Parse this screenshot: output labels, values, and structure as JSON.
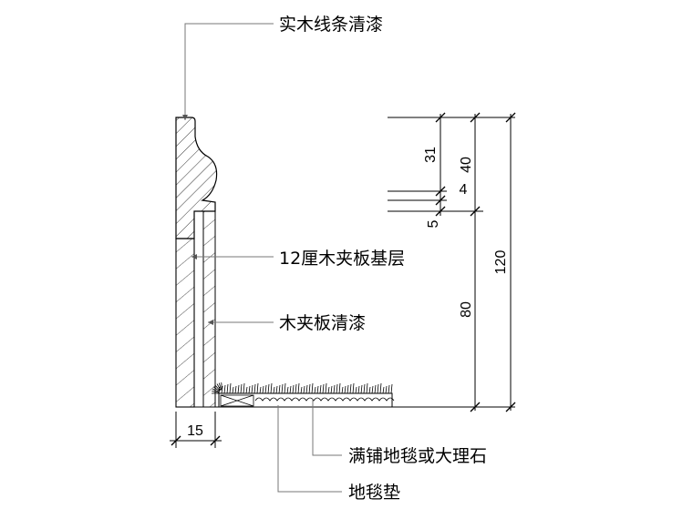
{
  "labels": {
    "solid_wood_molding": "实木线条清漆",
    "plywood_base_12mm": "12厘木夹板基层",
    "plywood_lacquer": "木夹板清漆",
    "carpet_or_marble": "满铺地毯或大理石",
    "carpet_pad": "地毯垫"
  },
  "dimensions": {
    "d31": "31",
    "d40": "40",
    "d4": "4",
    "d5": "5",
    "d80": "80",
    "d120": "120",
    "d15": "15"
  }
}
